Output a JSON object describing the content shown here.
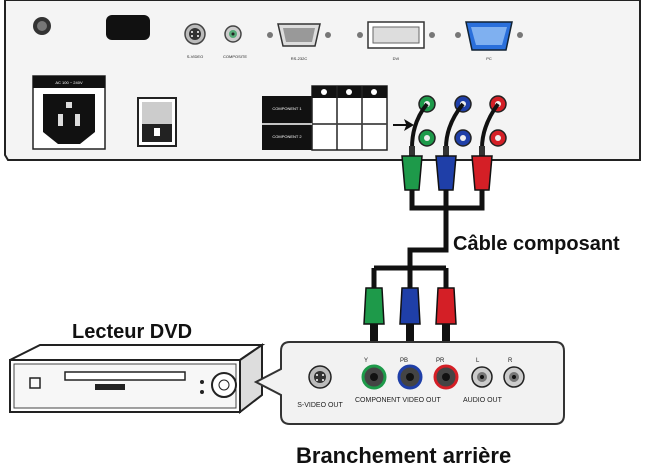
{
  "projector": {
    "power_label": "AC 100 ~ 240V",
    "ports": {
      "svideo": "S-VIDEO",
      "composite": "COMPOSITE",
      "rs232c": "RS-232C",
      "dvi": "DVI",
      "pc": "PC"
    },
    "component_rows": [
      "COMPONENT 1",
      "COMPONENT 2"
    ]
  },
  "cable_label": "Câble composant",
  "dvd_label": "Lecteur DVD",
  "rear_panel": {
    "svideo_out": "S-VIDEO OUT",
    "component_video_out": "COMPONENT VIDEO OUT",
    "audio_out": "AUDIO OUT",
    "jack_letters": [
      "Y",
      "PB",
      "PR",
      "L",
      "R"
    ]
  },
  "caption": "Branchement arrière",
  "colors": {
    "green": "#1e9a4a",
    "blue": "#1f3fa8",
    "red": "#d41f26",
    "cable": "#111111",
    "panel_fill": "#f2f2f2",
    "panel_stroke": "#333333"
  }
}
